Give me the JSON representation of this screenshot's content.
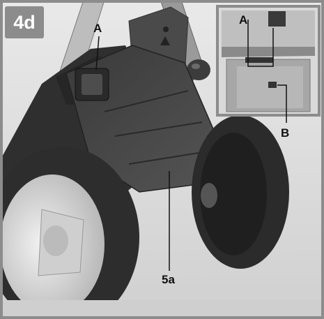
{
  "figure": {
    "step_badge": "4d",
    "callouts": {
      "main_a": "A",
      "main_5a": "5a",
      "inset_a": "A",
      "inset_b": "B"
    }
  },
  "colors": {
    "badge_bg": "#8c8c8c",
    "badge_text": "#ffffff",
    "border": "#8c8c8c",
    "label": "#111111"
  }
}
